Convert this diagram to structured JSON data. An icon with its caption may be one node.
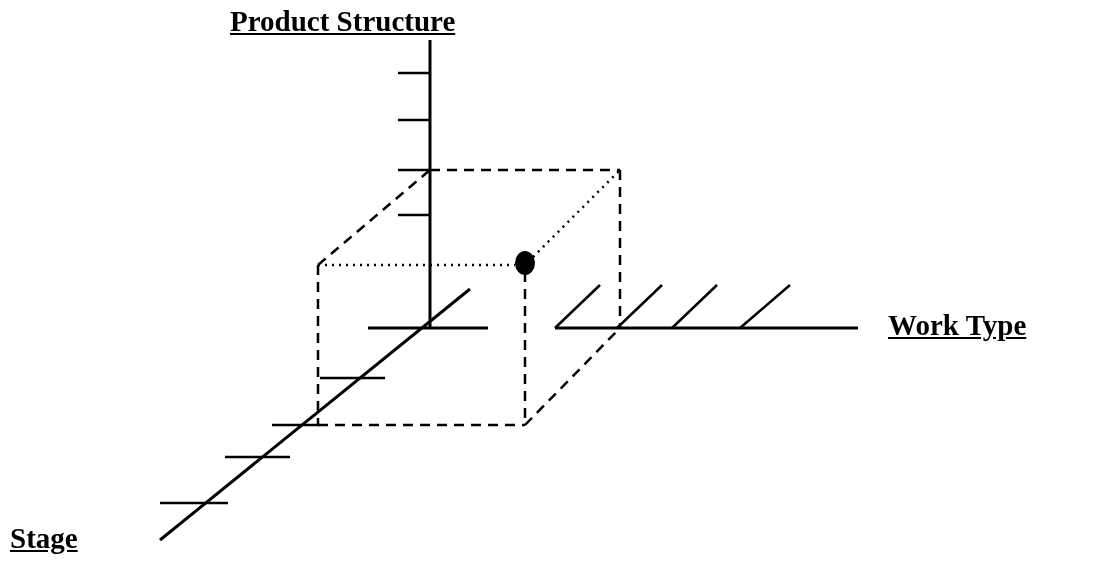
{
  "diagram": {
    "labels": [
      "Product Structure",
      "Work Type",
      "Stage"
    ]
  }
}
